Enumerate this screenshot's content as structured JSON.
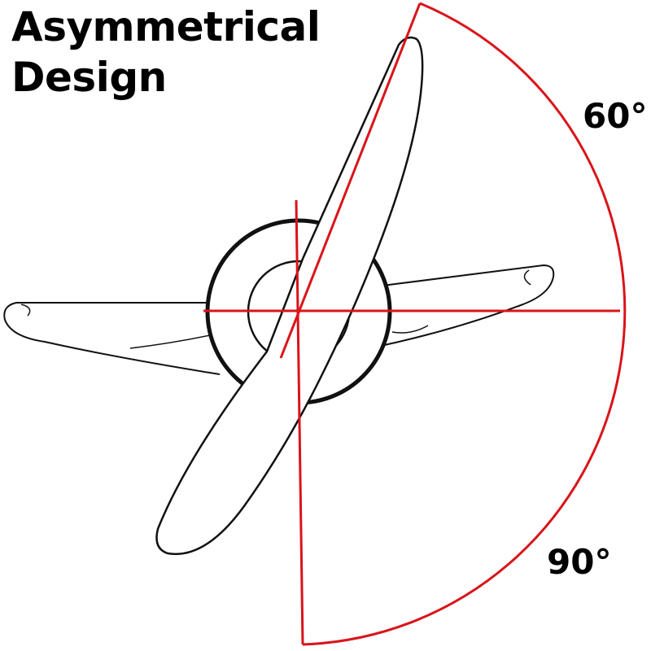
{
  "title": {
    "line1": "Asymmetrical",
    "line2": "Design"
  },
  "angles": {
    "upper": "60°",
    "lower": "90°"
  },
  "colors": {
    "guide": "#d9141a",
    "outline": "#111111",
    "text": "#000000"
  }
}
